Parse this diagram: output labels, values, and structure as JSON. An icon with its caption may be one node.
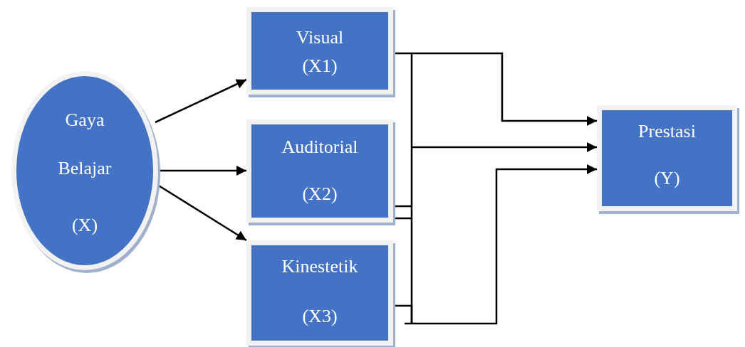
{
  "diagram": {
    "nodes": [
      {
        "text": [
          "Gaya Belajar",
          "(X)"
        ]
      },
      {
        "text": [
          "Visual",
          "(X1)"
        ]
      },
      {
        "text": [
          "Auditorial",
          "(X2)"
        ]
      },
      {
        "text": [
          "Kinestetik",
          "(X3)"
        ]
      },
      {
        "text": [
          "Prestasi",
          "(Y)"
        ]
      }
    ],
    "edges": [
      {
        "from": 0,
        "to": 1,
        "arrow": "to"
      },
      {
        "from": 0,
        "to": 2,
        "arrow": "to"
      },
      {
        "from": 0,
        "to": 3,
        "arrow": "to"
      },
      {
        "from": 1,
        "to": 4,
        "arrow": "to"
      },
      {
        "from": 2,
        "to": 4,
        "arrow": "to"
      },
      {
        "from": 3,
        "to": 4,
        "arrow": "to"
      }
    ]
  }
}
